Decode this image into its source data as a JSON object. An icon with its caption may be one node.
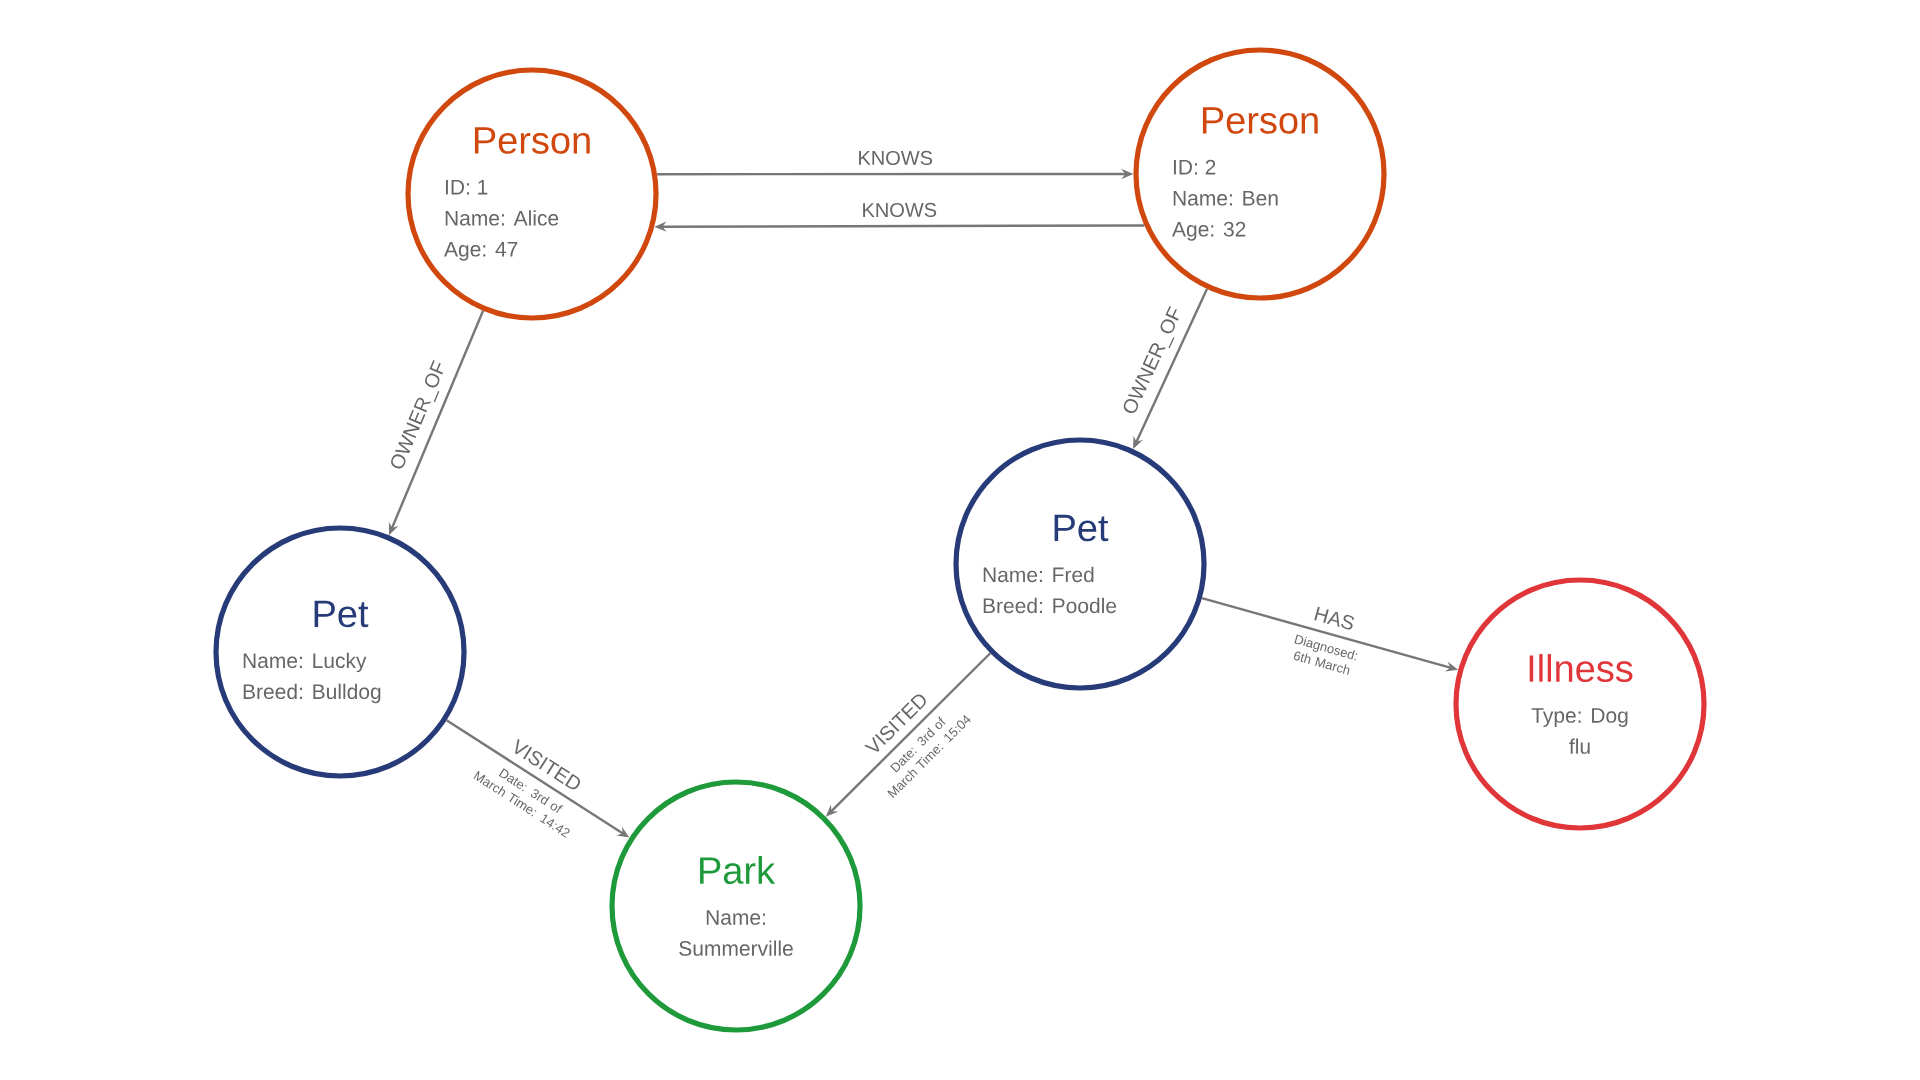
{
  "diagram": {
    "nodes": [
      {
        "text": [
          "Person",
          "ID: 1",
          "Name: Alice",
          "Age: 47"
        ]
      },
      {
        "text": [
          "Person",
          "ID: 2",
          "Name: Ben",
          "Age: 32"
        ]
      },
      {
        "text": [
          "Pet",
          "Name: Lucky",
          "Breed: Bulldog"
        ]
      },
      {
        "text": [
          "Pet",
          "Name: Fred",
          "Breed: Poodle"
        ]
      },
      {
        "text": [
          "Park",
          "Name: Summerville"
        ]
      },
      {
        "text": [
          "Illness",
          "Type: Dog flu"
        ]
      }
    ],
    "edges": [
      {
        "from": 0,
        "to": 1,
        "arrow": "to",
        "label": "KNOWS"
      },
      {
        "from": 1,
        "to": 0,
        "arrow": "to",
        "label": "KNOWS"
      },
      {
        "from": 0,
        "to": 2,
        "arrow": "to",
        "label": "OWNER_OF"
      },
      {
        "from": 1,
        "to": 3,
        "arrow": "to",
        "label": "OWNER_OF"
      },
      {
        "from": 2,
        "to": 4,
        "arrow": "to",
        "label": "VISITED"
      },
      {
        "from": 3,
        "to": 4,
        "arrow": "to",
        "label": "VISITED"
      },
      {
        "from": 3,
        "to": 5,
        "arrow": "to",
        "label": "HAS"
      }
    ],
    "labels": [
      "Date: 3rd of March Time: 14:42",
      "Date: 3rd of March Time: 15:04",
      "Diagnosed: 6th March"
    ]
  }
}
